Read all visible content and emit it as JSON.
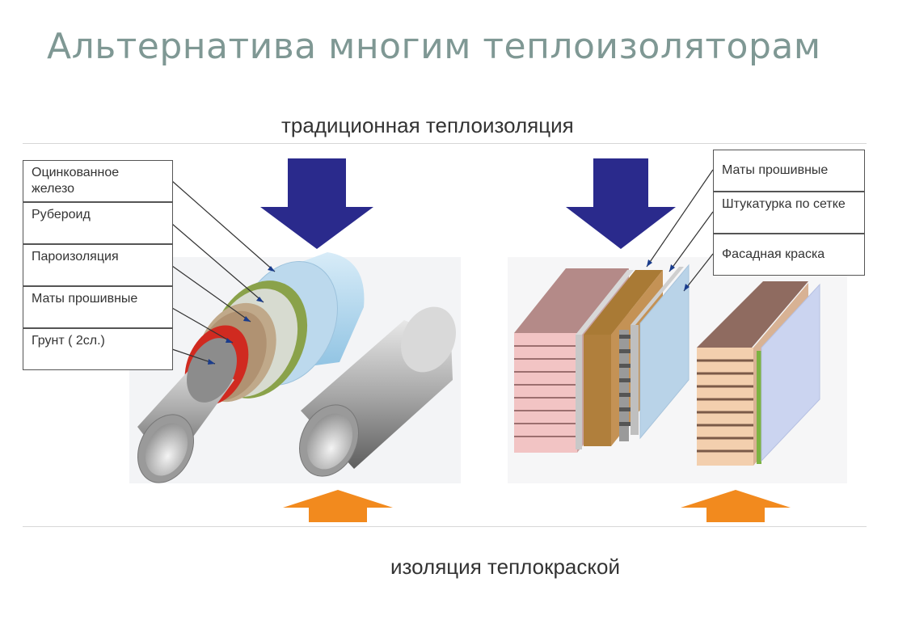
{
  "title": "Альтернатива многим теплоизоляторам",
  "caption_top": "традиционная теплоизоляция",
  "caption_bottom": "изоляция теплокраской",
  "left_labels": [
    "Оцинкованное железо",
    "Рубероид",
    "Пароизоляция",
    "Маты прошивные",
    "Грунт ( 2сл.)"
  ],
  "right_labels": [
    "Маты прошивные",
    "Штукатурка по сетке",
    "Фасадная краска"
  ],
  "colors": {
    "title": "#7f9894",
    "arrow_down": "#2a2a8c",
    "arrow_up": "#f28a1e"
  }
}
